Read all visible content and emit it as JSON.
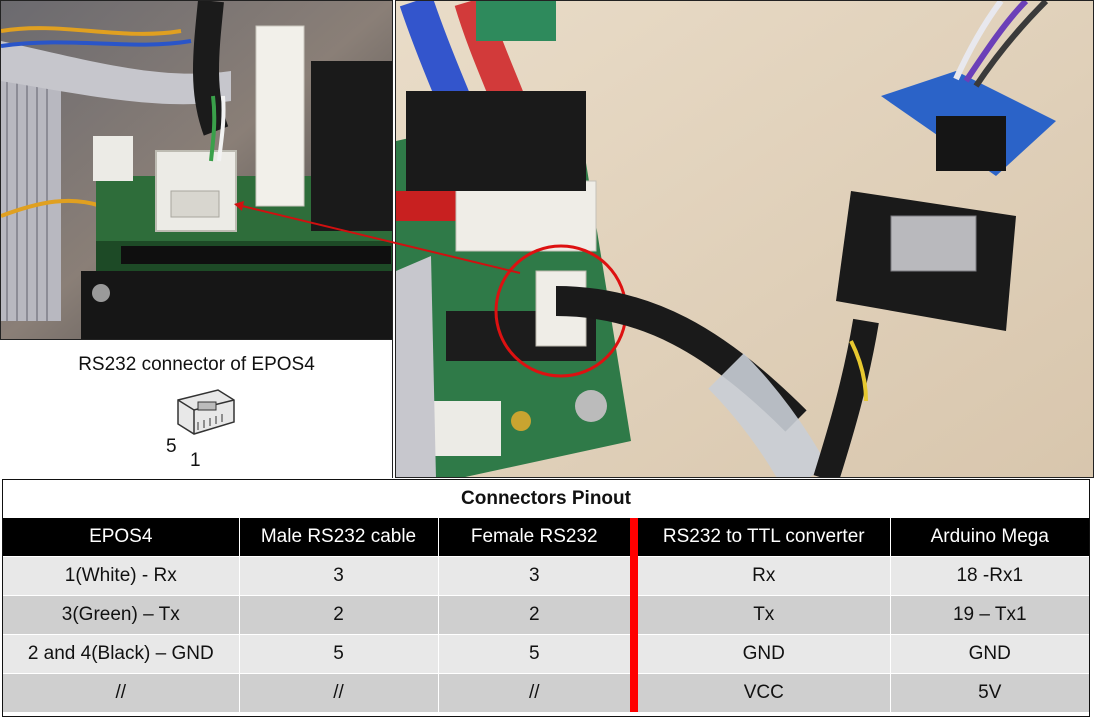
{
  "caption": {
    "text": "RS232 connector of EPOS4",
    "pin_left": "5",
    "pin_right": "1"
  },
  "table": {
    "title": "Connectors Pinout",
    "headers": [
      "EPOS4",
      "Male RS232 cable",
      "Female RS232",
      "RS232 to TTL converter",
      "Arduino Mega"
    ],
    "rows": [
      [
        "1(White) - Rx",
        "3",
        "3",
        "Rx",
        "18 -Rx1"
      ],
      [
        "3(Green) – Tx",
        "2",
        "2",
        "Tx",
        "19 – Tx1"
      ],
      [
        "2 and 4(Black) – GND",
        "5",
        "5",
        "GND",
        "GND"
      ],
      [
        "//",
        "//",
        "//",
        "VCC",
        "5V"
      ]
    ],
    "separator_color": "#ff0000"
  }
}
